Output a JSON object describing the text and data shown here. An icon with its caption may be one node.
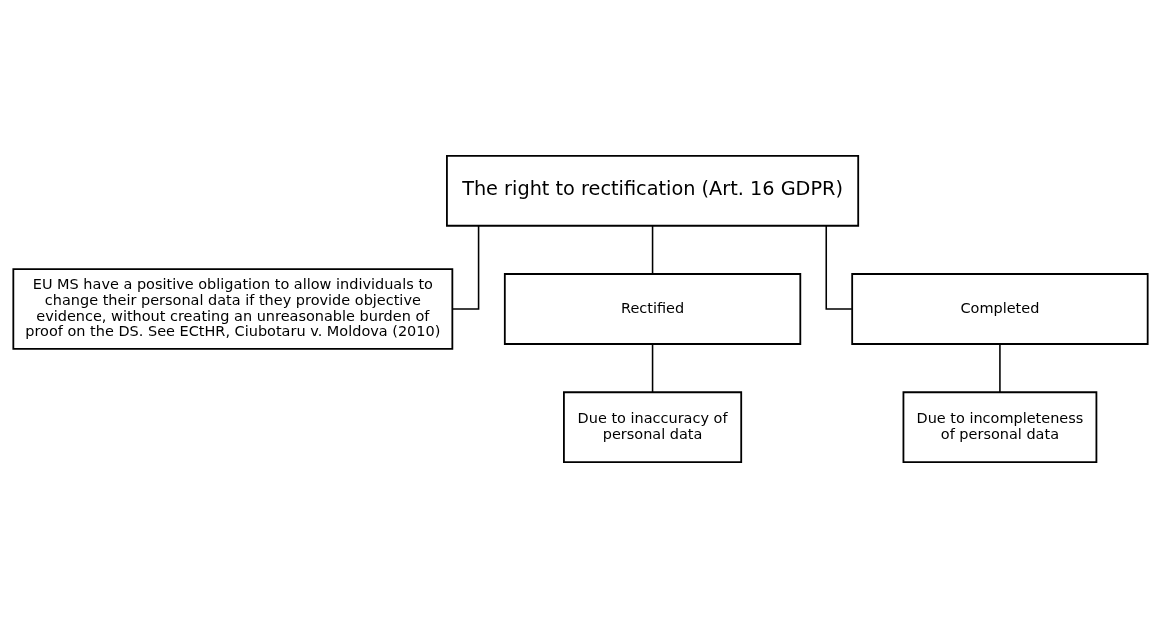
{
  "diagram": {
    "nodes": [
      {
        "text": [
          "The right to rectification (Art. 16 GDPR)"
        ]
      },
      {
        "text": [
          "EU MS have a positive obligation to allow individuals to change their personal data if they provide objective evidence, without creating an unreasonable burden of proof on the DS. See ECtHR, Ciubotaru v. Moldova (2010)"
        ]
      },
      {
        "text": [
          "Rectified"
        ]
      },
      {
        "text": [
          "Completed"
        ]
      },
      {
        "text": [
          "Due to inaccuracy of personal data"
        ]
      },
      {
        "text": [
          "Due to incompleteness of personal data"
        ]
      }
    ],
    "edges": [
      {
        "from": 0,
        "to": 1,
        "arrow": "none"
      },
      {
        "from": 0,
        "to": 2,
        "arrow": "none"
      },
      {
        "from": 0,
        "to": 3,
        "arrow": "none"
      },
      {
        "from": 2,
        "to": 4,
        "arrow": "none"
      },
      {
        "from": 3,
        "to": 5,
        "arrow": "none"
      }
    ]
  }
}
